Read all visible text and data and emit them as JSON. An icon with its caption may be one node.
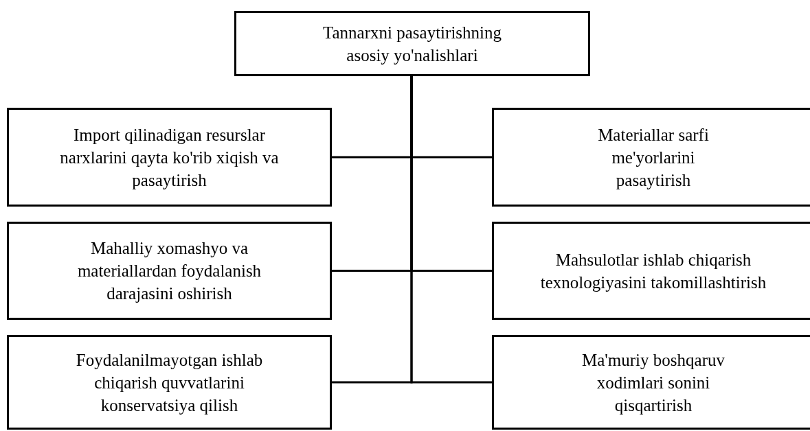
{
  "diagram": {
    "nodes": [
      {
        "text": [
          "Tannarxni pasaytirishning asosiy yo'nalishlari"
        ]
      },
      {
        "text": [
          "Import qilinadigan resurslar narxlarini qayta ko'rib xiqish va pasaytirish"
        ]
      },
      {
        "text": [
          "Materiallar sarfi me'yorlarini pasaytirish"
        ]
      },
      {
        "text": [
          "Mahalliy xomashyo va materiallardan foydalanish darajasini oshirish"
        ]
      },
      {
        "text": [
          "Mahsulotlar ishlab chiqarish texnologiyasini takomillashtirish"
        ]
      },
      {
        "text": [
          "Foydalanilmayotgan ishlab chiqarish quvvatlarini konservatsiya qilish"
        ]
      },
      {
        "text": [
          "Ma'muriy boshqaruv xodimlari sonini qisqartirish"
        ]
      }
    ],
    "edges": [
      {
        "from": 0,
        "to": 1,
        "arrow": "none"
      },
      {
        "from": 0,
        "to": 2,
        "arrow": "none"
      },
      {
        "from": 0,
        "to": 3,
        "arrow": "none"
      },
      {
        "from": 0,
        "to": 4,
        "arrow": "none"
      },
      {
        "from": 0,
        "to": 5,
        "arrow": "none"
      },
      {
        "from": 0,
        "to": 6,
        "arrow": "none"
      }
    ]
  }
}
